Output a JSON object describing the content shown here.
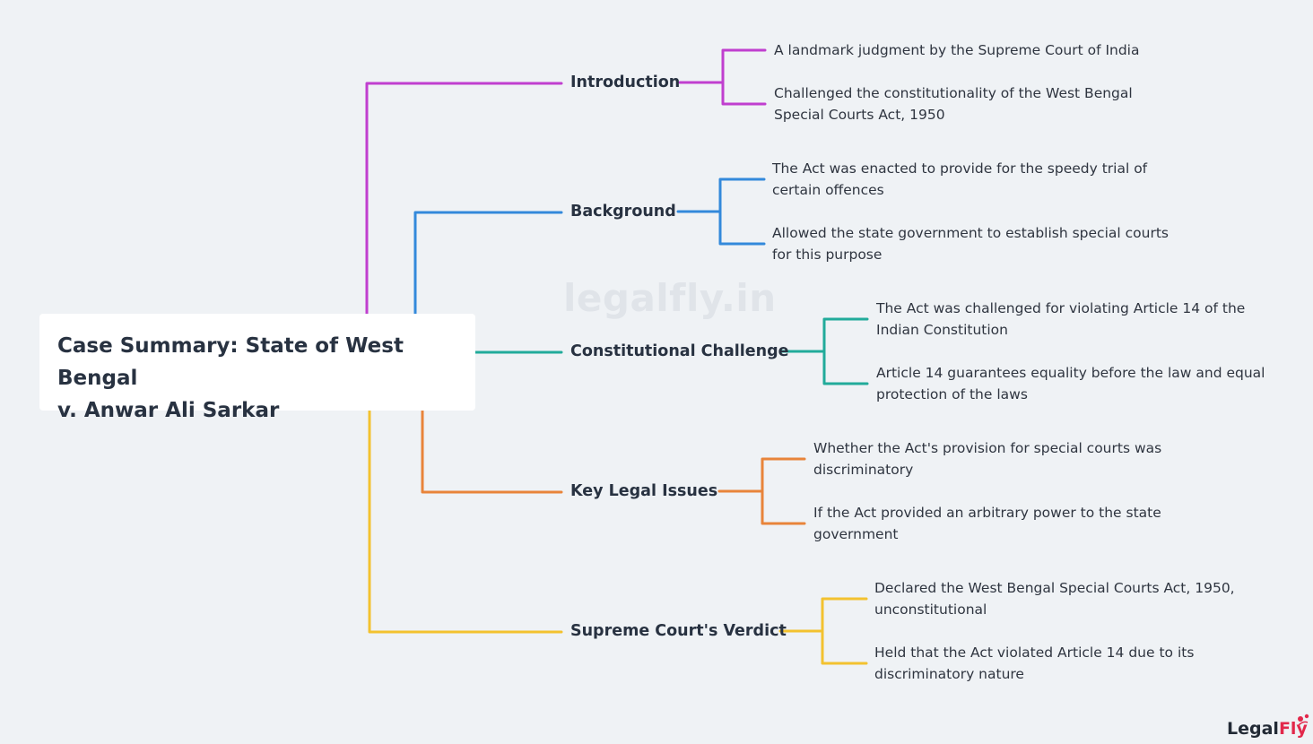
{
  "root": {
    "title_line1": "Case Summary: State of West Bengal",
    "title_line2": "v. Anwar Ali Sarkar"
  },
  "branches": [
    {
      "label": "Introduction",
      "color": "#c03fcf",
      "points": [
        {
          "line1": "A landmark judgment by the Supreme Court of India",
          "line2": ""
        },
        {
          "line1": "Challenged the constitutionality of the West Bengal",
          "line2": "Special Courts Act, 1950"
        }
      ]
    },
    {
      "label": "Background",
      "color": "#3389db",
      "points": [
        {
          "line1": "The Act was enacted to provide for the speedy trial of",
          "line2": "certain offences"
        },
        {
          "line1": "Allowed the state government to establish special courts",
          "line2": "for this purpose"
        }
      ]
    },
    {
      "label": "Constitutional Challenge",
      "color": "#21ab9a",
      "points": [
        {
          "line1": "The Act was challenged for violating Article 14 of the",
          "line2": "Indian Constitution"
        },
        {
          "line1": "Article 14 guarantees equality before the law and equal",
          "line2": "protection of the laws"
        }
      ]
    },
    {
      "label": "Key Legal Issues",
      "color": "#e8843a",
      "points": [
        {
          "line1": "Whether the Act's provision for special courts was",
          "line2": "discriminatory"
        },
        {
          "line1": "If the Act provided an arbitrary power to the state",
          "line2": "government"
        }
      ]
    },
    {
      "label": "Supreme Court's Verdict",
      "color": "#f3c22f",
      "points": [
        {
          "line1": "Declared the West Bengal Special Courts Act, 1950,",
          "line2": "unconstitutional"
        },
        {
          "line1": "Held that the Act violated Article 14 due to its",
          "line2": "discriminatory nature"
        }
      ]
    }
  ],
  "watermark": "legalfly.in",
  "logo": {
    "part1": "Legal",
    "part2": "Fly",
    "accent_color": "#e2284b"
  }
}
